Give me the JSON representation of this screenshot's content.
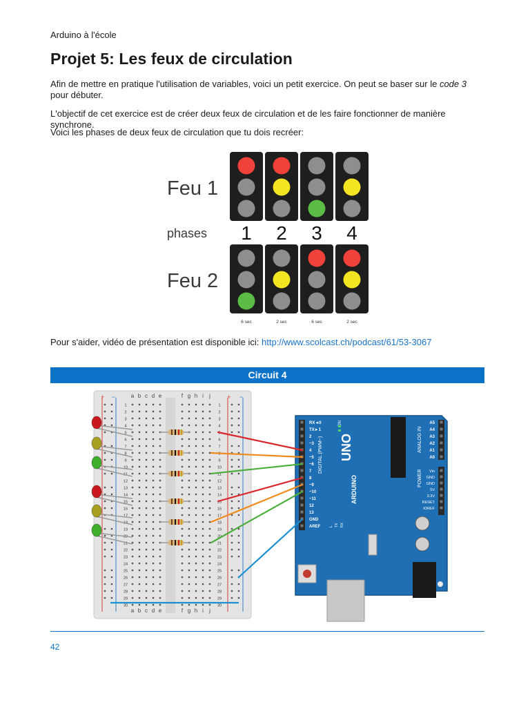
{
  "header": {
    "running_title": "Arduino à l'école"
  },
  "title": "Projet 5: Les feux de circulation",
  "intro": {
    "before_italic": "Afin de mettre en pratique l'utilisation de variables, voici un petit exercice. On peut se baser sur le ",
    "italic": "code 3",
    "after_italic": " pour débuter."
  },
  "objective": "L'objectif de cet exercice est de créer deux feux de circulation et de les faire fonctionner de manière synchrone.",
  "phases_intro": "Voici les phases de deux feux de circulation que tu dois recréer:",
  "traffic_lights": {
    "feu1_label": "Feu 1",
    "feu2_label": "Feu 2",
    "phases_label": "phases",
    "colors": {
      "red": "#f0413a",
      "yellow": "#f4e523",
      "green": "#5cbd46",
      "off": "#8e8e8e",
      "housing": "#1e1e1e"
    },
    "phases": [
      {
        "number": "1",
        "duration": "6 sec",
        "feu1": [
          "red",
          "off",
          "off"
        ],
        "feu2": [
          "off",
          "off",
          "green"
        ]
      },
      {
        "number": "2",
        "duration": "2 sec",
        "feu1": [
          "red",
          "yellow",
          "off"
        ],
        "feu2": [
          "off",
          "yellow",
          "off"
        ]
      },
      {
        "number": "3",
        "duration": "6 sec",
        "feu1": [
          "off",
          "off",
          "green"
        ],
        "feu2": [
          "red",
          "off",
          "off"
        ]
      },
      {
        "number": "4",
        "duration": "2 sec",
        "feu1": [
          "off",
          "yellow",
          "off"
        ],
        "feu2": [
          "red",
          "yellow",
          "off"
        ]
      }
    ]
  },
  "help": {
    "text": "Pour s'aider, vidéo de présentation est disponible ici: ",
    "link": "http://www.scolcast.ch/podcast/61/53-3067"
  },
  "circuit": {
    "title": "Circuit 4",
    "breadboard_columns_left": [
      "a",
      "b",
      "c",
      "d",
      "e"
    ],
    "breadboard_columns_right": [
      "f",
      "g",
      "h",
      "i",
      "j"
    ],
    "rail_plus": "+",
    "rail_minus": "−",
    "board": {
      "name": "UNO",
      "brand": "ARDUINO",
      "digital_label": "DIGITAL (PWM~)",
      "analog_label": "ANALOG IN",
      "power_label": "POWER",
      "on_label": "ON",
      "tx_label": "TX",
      "rx_label": "RX",
      "l_label": "L",
      "digital_pins": [
        "RX◄0",
        "TX►1",
        "2",
        "~3",
        "4",
        "~5",
        "~6",
        "7",
        "8",
        "~9",
        "~10",
        "~11",
        "12",
        "13",
        "GND",
        "AREF"
      ],
      "analog_pins": [
        "A5",
        "A4",
        "A3",
        "A2",
        "A1",
        "A0"
      ],
      "power_pins": [
        "Vin",
        "GND",
        "GND",
        "5V",
        "3.3V",
        "RESET",
        "IOREF"
      ],
      "color": "#1f6fb5"
    },
    "wire_colors": {
      "red": "#d8262b",
      "orange": "#f08a1c",
      "green": "#4cae3d",
      "blue": "#1b8fd3"
    },
    "led_colors": {
      "red": "#c9191e",
      "yellow": "#a8a021",
      "green": "#3fae2a"
    }
  },
  "page_number": "42"
}
